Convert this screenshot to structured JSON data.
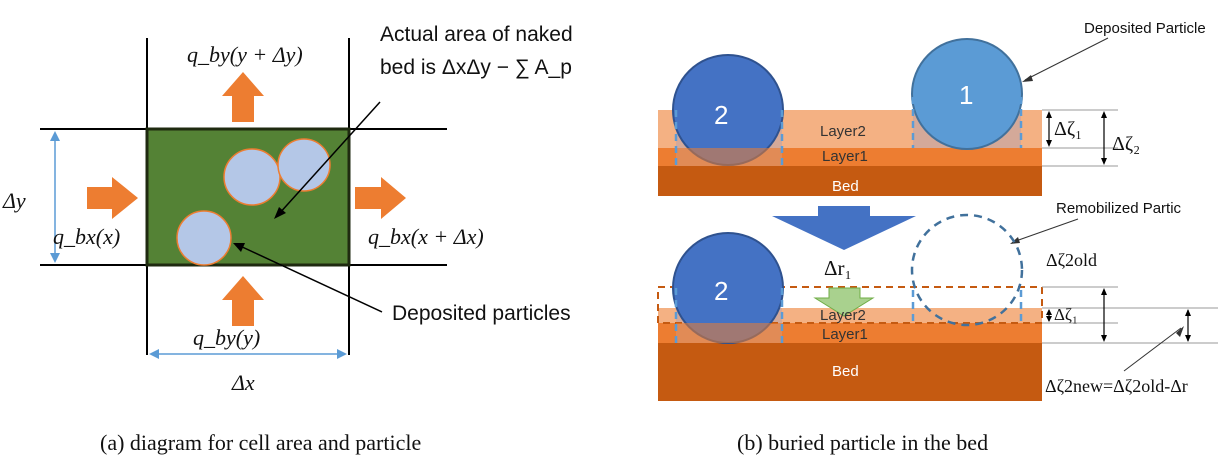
{
  "panel_a": {
    "delta_y": "Δy",
    "delta_x": "Δx",
    "q_top": "q_by(y + Δy)",
    "q_bottom": "q_by(y)",
    "q_left": "q_bx(x)",
    "q_right": "q_bx(x + Δx)",
    "note_line1": "Actual area of naked",
    "note_line2": "bed is ΔxΔy − ∑ A_p",
    "deposited_label": "Deposited particles",
    "caption": "(a) diagram for cell area and particle"
  },
  "panel_b": {
    "deposited_particle_label": "Deposited Particle",
    "remobilized_label": "Remobilized Partic",
    "particle_1": "1",
    "particle_2": "2",
    "layer2": "Layer2",
    "layer1": "Layer1",
    "bed": "Bed",
    "dz1": "Δζ₁",
    "dz2": "Δζ₂",
    "dz2old": "Δζ2old",
    "dr1": "Δr₁",
    "dz2new_eq": "Δζ2new=Δζ2old-Δr",
    "caption": "(b) buried particle in the bed"
  },
  "colors": {
    "cell_green": "#548235",
    "particle_fill": "#b4c7e7",
    "orange_arrow": "#ed7d31",
    "particle_dark_blue": "#4472c4",
    "particle_light_blue": "#5b9bd5",
    "layer2": "#f4b183",
    "layer1": "#ed7d31",
    "bed": "#c55a11",
    "green_arrow": "#a9d18e"
  }
}
